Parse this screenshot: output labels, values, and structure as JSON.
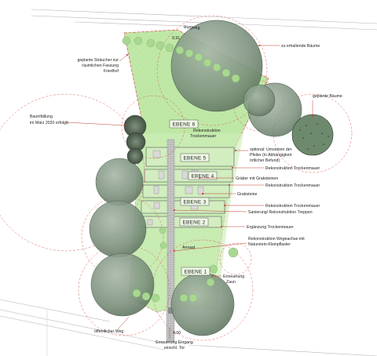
{
  "street_label": "Burgweg",
  "height_top": "9,91",
  "height_bottom": "4,00",
  "terraces": [
    {
      "id": "ebene-6",
      "label": "EBENE 6"
    },
    {
      "id": "ebene-5",
      "label": "EBENE 5"
    },
    {
      "id": "ebene-4",
      "label": "EBENE 4"
    },
    {
      "id": "ebene-3",
      "label": "EBENE 3"
    },
    {
      "id": "ebene-2",
      "label": "EBENE 2"
    },
    {
      "id": "ebene-1",
      "label": "EBENE 1"
    }
  ],
  "annotations": {
    "trees_keep": "zu erhaltende Bäume",
    "shrubs_line1": "geplante Sträucher zur",
    "shrubs_line2": "räumlichen Fassung",
    "shrubs_line3": "Friedhof",
    "trees_planned": "geplante Bäume",
    "felling_line1": "Baumfällung",
    "felling_line2": "im März 2020 erfolgt)",
    "recon_top_line1": "Rekonstruktion",
    "recon_top_line2": "Trockenmauer",
    "pillar_line1": "optional: Umsetzen der",
    "pillar_line2": "Pfeiler (in Abhängigkeit",
    "pillar_line3": "örtlicher Befund)",
    "recon_wall_a": "Rekonstruktion Trockenmauer",
    "graves": "Gräber mit Grabsteinen",
    "gravestones": "Grabsteine",
    "recon_wall_b": "Rekonstruktion Trockenmauer",
    "recon_wall_c": "Rekonstruktion Trockenmauer",
    "stairs": "Sanierung/ Rekonstruktion Treppen",
    "supplement_wall": "Ergänzung Trockenmauer",
    "path_line1": "Rekonstruktion Wegeachse mit",
    "path_line2": "Naturstein-Kleinpflaster",
    "lawn": "Ansaat",
    "fence_line1": "Erneuerung",
    "fence_line2": "Zaun",
    "public_path": "öffentlicher Weg",
    "entrance_line1": "Erneuerung Eingang",
    "entrance_line2": "einschl. Tor"
  },
  "colors": {
    "lawn": "#b9e6a0",
    "lawn_light": "#d6f2c4",
    "canopy": "#7f9580",
    "leader": "#c0392b",
    "path": "#bdbdbd"
  }
}
